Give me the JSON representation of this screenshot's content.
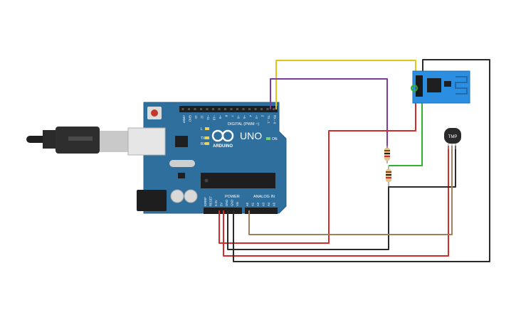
{
  "arduino": {
    "brand_logo_text": "ARDUINO",
    "model_text": "UNO",
    "digital_label": "DIGITAL (PWM ~)",
    "power_label": "POWER",
    "analog_label": "ANALOG IN",
    "on_label": "ON",
    "l_label": "L",
    "tx_label": "TX",
    "rx_label": "RX",
    "top_pins": [
      "AREF",
      "GND",
      "13",
      "12",
      "~11",
      "~10",
      "~9",
      "8",
      "7",
      "~6",
      "~5",
      "4",
      "~3",
      "2",
      "TX→1",
      "RX←0"
    ],
    "power_pins": [
      "IOREF",
      "RESET",
      "3.3V",
      "5V",
      "GND",
      "GND",
      "Vin"
    ],
    "analog_pins": [
      "A0",
      "A1",
      "A2",
      "A3",
      "A4",
      "A5"
    ]
  },
  "tmp_sensor": {
    "label": "TMP"
  },
  "colors": {
    "board": "#2f6f9e",
    "board_edge": "#285f88",
    "wire_yellow": "#e3c615",
    "wire_purple": "#7d3aa0",
    "wire_red": "#d42a2a",
    "wire_green": "#2fb32f",
    "wire_black": "#2a2a2a",
    "wire_brown": "#a0805c",
    "esp_board": "#2c8ee0"
  }
}
